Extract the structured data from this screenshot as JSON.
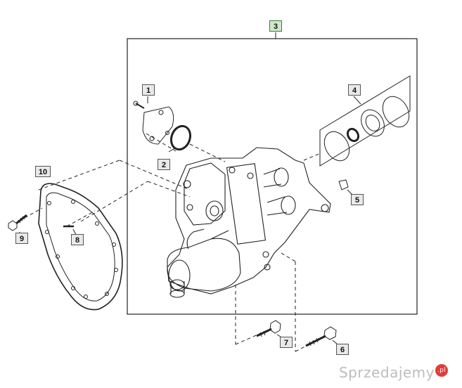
{
  "callouts": {
    "c1": "1",
    "c2": "2",
    "c3": "3",
    "c4": "4",
    "c5": "5",
    "c6": "6",
    "c7": "7",
    "c8": "8",
    "c9": "9",
    "c10": "10"
  },
  "watermark": {
    "text": "Sprzedajemy",
    "suffix": ".pl"
  },
  "colors": {
    "line": "#222222",
    "callout_bg": "#e9e9e9",
    "callout_highlight": "#cfe9c8",
    "watermark": "#bdbdbd",
    "watermark_dot": "#e23b3b"
  }
}
